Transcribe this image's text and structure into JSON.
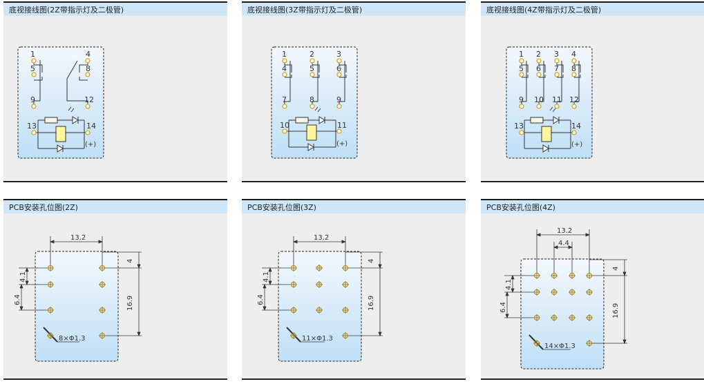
{
  "panels": [
    {
      "title": "底视接线图(2Z带指示灯及二极管)"
    },
    {
      "title": "底视接线图(3Z带指示灯及二极管)"
    },
    {
      "title": "底视接线图(4Z带指示灯及二极管)"
    },
    {
      "title": "PCB安装孔位图(2Z)"
    },
    {
      "title": "PCB安装孔位图(3Z)"
    },
    {
      "title": "PCB安装孔位图(4Z)"
    }
  ],
  "wiring_2z": {
    "pins": [
      "1",
      "4",
      "5",
      "8",
      "9",
      "12",
      "13",
      "14"
    ],
    "polarity": "(+)"
  },
  "wiring_3z": {
    "pins": [
      "1",
      "2",
      "3",
      "4",
      "5",
      "6",
      "7",
      "8",
      "9",
      "10",
      "11"
    ],
    "polarity": "(+)"
  },
  "wiring_4z": {
    "pins": [
      "1",
      "2",
      "3",
      "4",
      "5",
      "6",
      "7",
      "8",
      "9",
      "10",
      "11",
      "12",
      "13",
      "14"
    ],
    "polarity": "(+)"
  },
  "pcb_2z": {
    "dim_width": "13.2",
    "dim_right_top": "4",
    "dim_right_long": "16.9",
    "dim_left_a": "4.1",
    "dim_left_b": "6.4",
    "hole_note": "8×Φ1.3"
  },
  "pcb_3z": {
    "dim_width": "13.2",
    "dim_right_top": "4",
    "dim_right_long": "16.9",
    "dim_left_a": "4.1",
    "dim_left_b": "6.4",
    "hole_note": "11×Φ1.3"
  },
  "pcb_4z": {
    "dim_width": "13.2",
    "dim_pitch": "4.4",
    "dim_right_top": "4",
    "dim_right_long": "16.9",
    "dim_left_a": "4.1",
    "dim_left_b": "6.4",
    "hole_note": "14×Φ1.3"
  },
  "colors": {
    "header": "#cfe6f8",
    "panel": "#eeeeee",
    "pin": "#d9a520",
    "line": "#333333"
  }
}
